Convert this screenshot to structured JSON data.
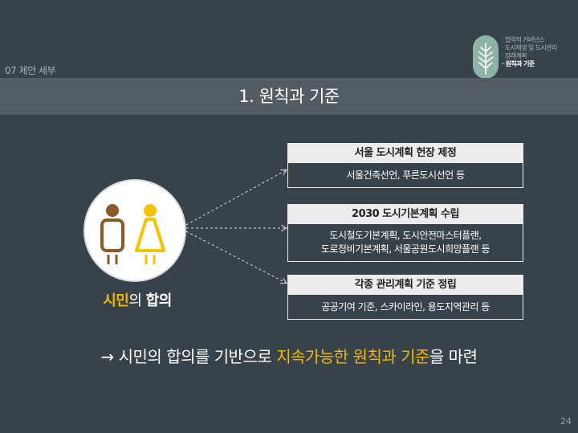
{
  "section_label": "07 제안 세부",
  "logo": {
    "lines": [
      "· 협력적 거버넌스",
      "· 도시재생 및 도시관리",
      "· 장래계획",
      "· 원칙과 기준"
    ],
    "active_index": 3,
    "icon": "tree-icon",
    "color": "#8fb3a6"
  },
  "title": "1. 원칙과 기준",
  "citizen": {
    "label_highlight": "시민",
    "label_mid": "의 ",
    "label_end": "합의",
    "icons": [
      "person-icon",
      "person-icon"
    ]
  },
  "boxes": [
    {
      "header": "서울 도시계획 헌장 제정",
      "lines": [
        "서울건축선언, 푸른도시선언 등"
      ]
    },
    {
      "header": "2030 도시기본계획 수립",
      "lines": [
        "도시철도기본계획, 도시안전마스터플랜,",
        "도로정비기본계획, 서울공원도시희망플랜 등"
      ]
    },
    {
      "header": "각종 관리계획 기준 정립",
      "lines": [
        "공공기여 기준, 스카이라인, 용도지역관리 등"
      ]
    }
  ],
  "conclusion": {
    "prefix": "→ 시민의 합의를 기반으로 ",
    "highlight": "지속가능한 원칙과 기준",
    "suffix": "을 마련"
  },
  "page_number": "24",
  "colors": {
    "background": "#37424a",
    "band": "#535c62",
    "accent": "#f5b800",
    "person_brown": "#8a5a2b",
    "person_yellow": "#f5c400"
  }
}
